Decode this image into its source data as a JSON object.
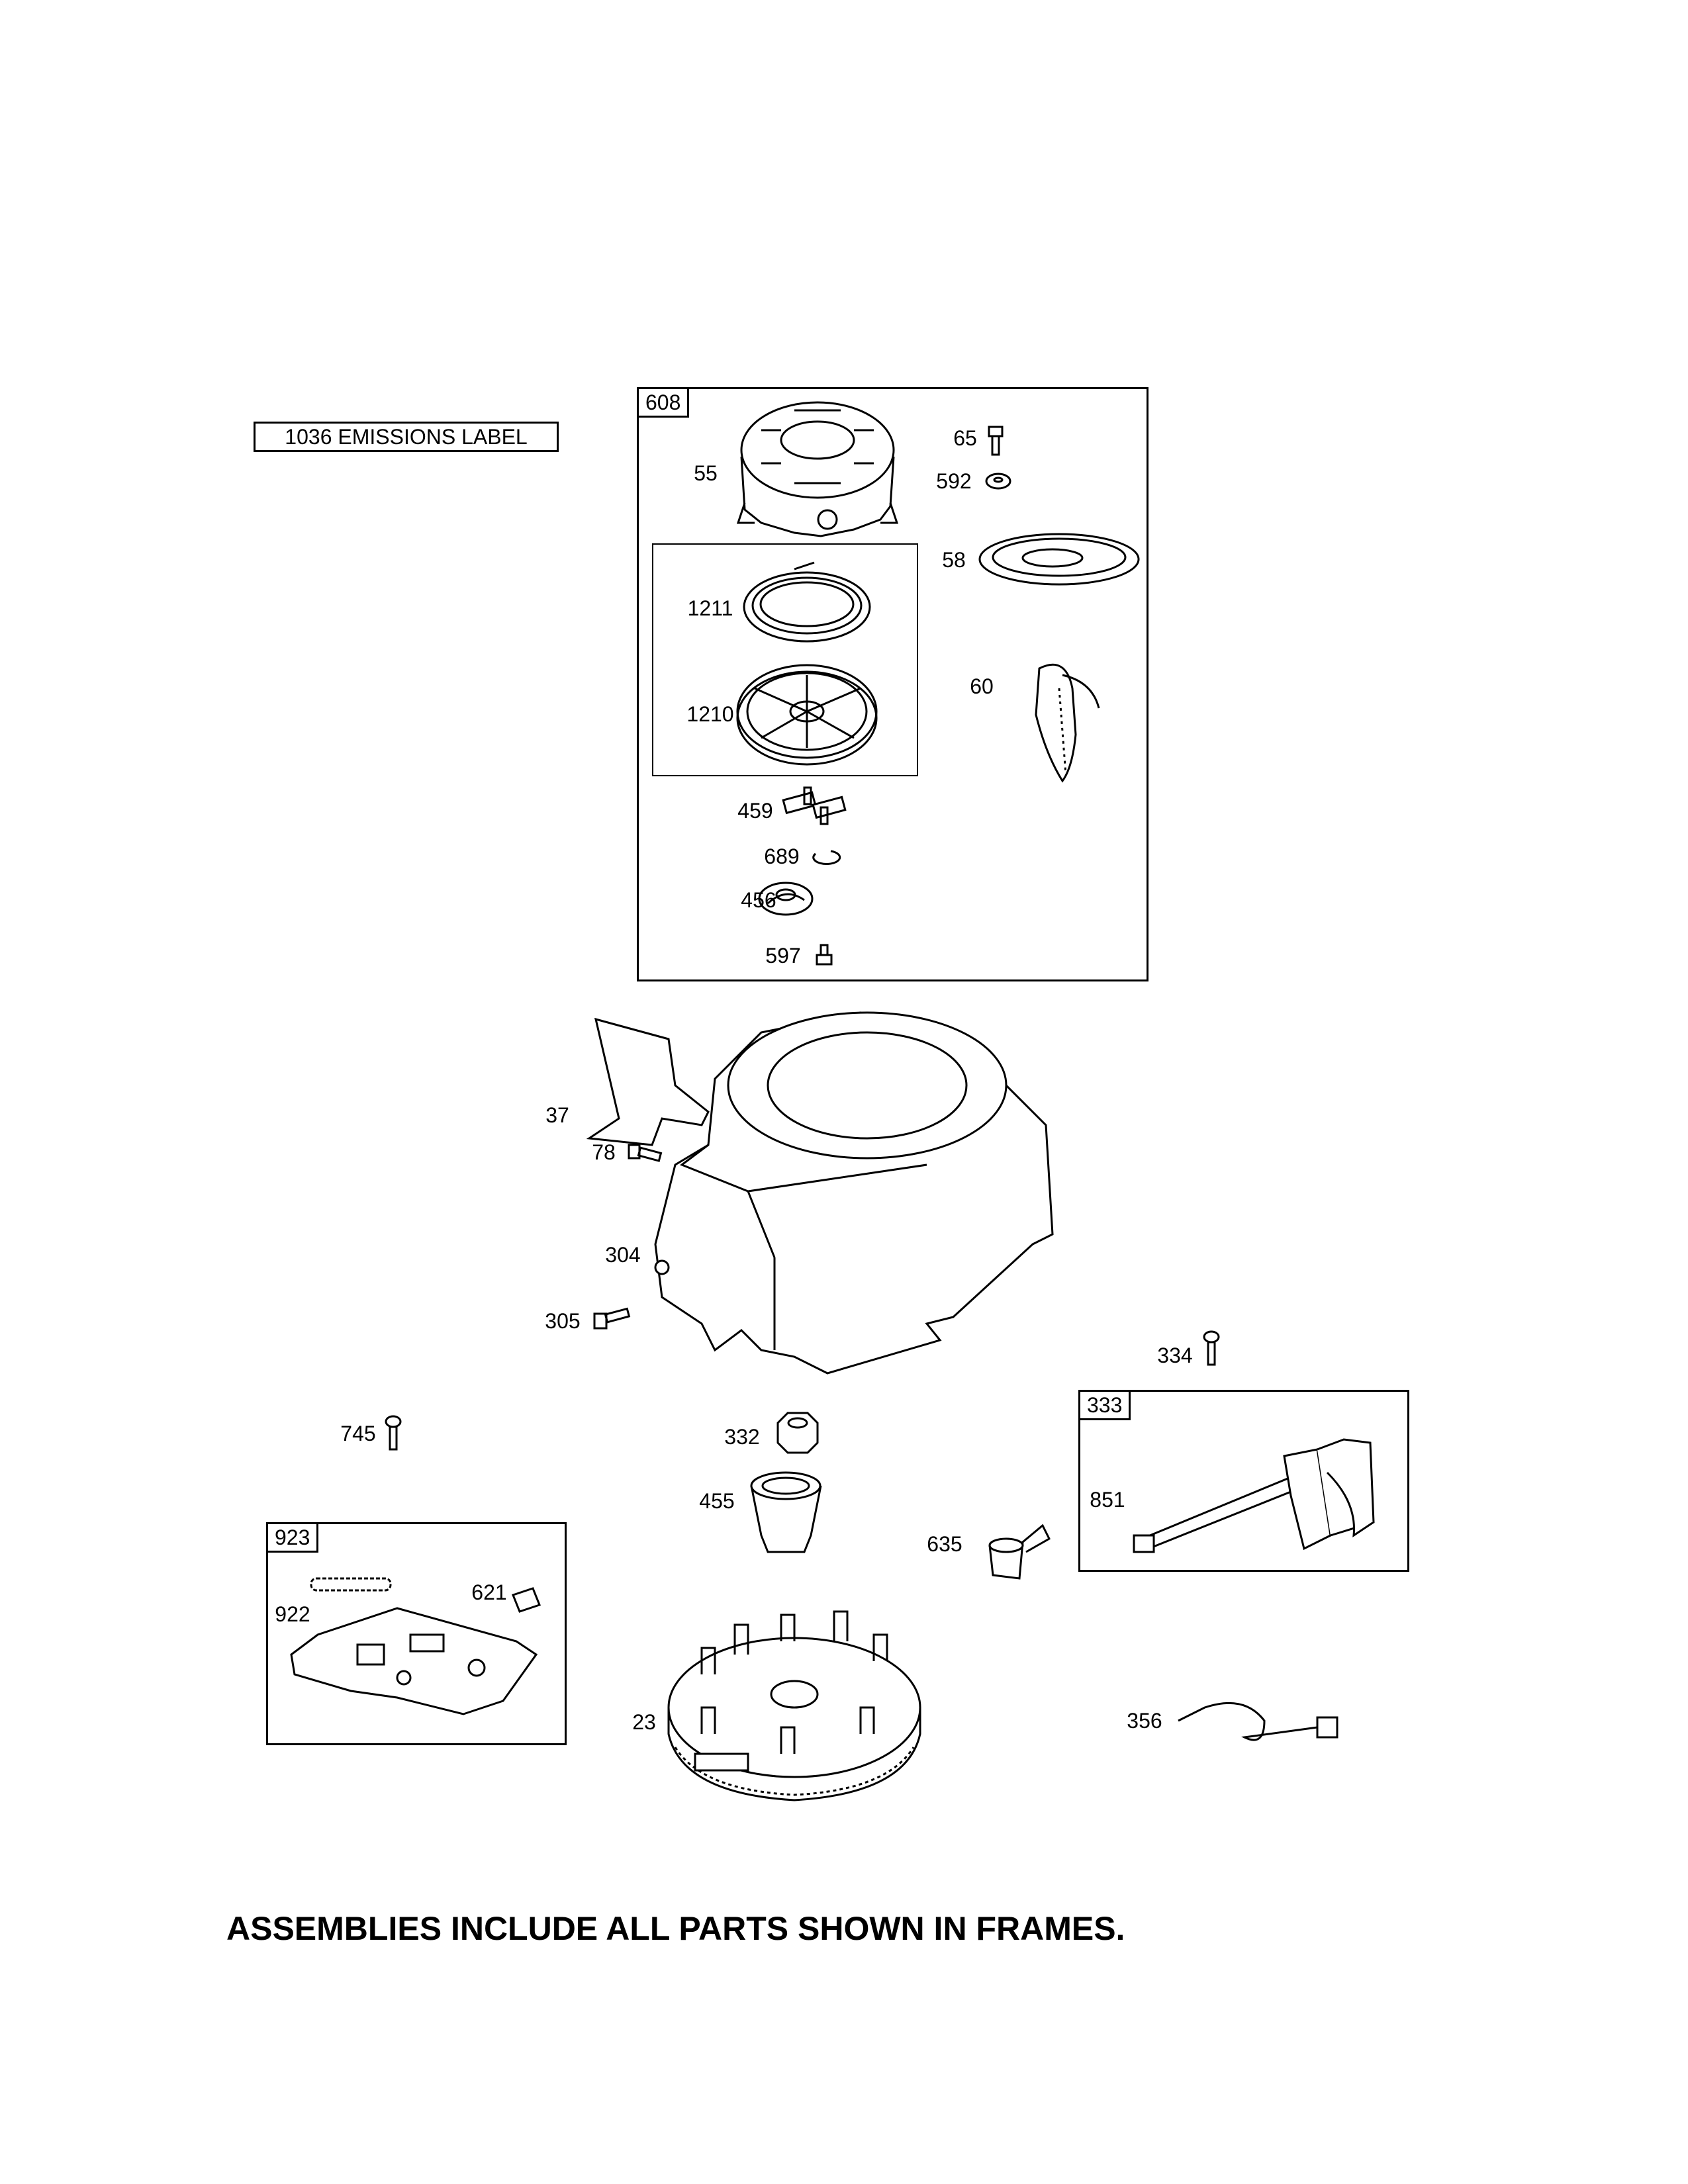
{
  "emissions_label": "1036 EMISSIONS LABEL",
  "frames": {
    "rewind_starter": "608",
    "ignition_armature": "333",
    "governor_control": "923"
  },
  "parts": {
    "p55": "55",
    "p65": "65",
    "p592": "592",
    "p58": "58",
    "p1211": "1211",
    "p60": "60",
    "p1210": "1210",
    "p459": "459",
    "p689": "689",
    "p456": "456",
    "p597": "597",
    "p37": "37",
    "p78": "78",
    "p304": "304",
    "p305": "305",
    "p334": "334",
    "p851": "851",
    "p745": "745",
    "p332": "332",
    "p455": "455",
    "p635": "635",
    "p922": "922",
    "p621": "621",
    "p23": "23",
    "p356": "356"
  },
  "footer": "ASSEMBLIES INCLUDE ALL PARTS SHOWN IN FRAMES."
}
